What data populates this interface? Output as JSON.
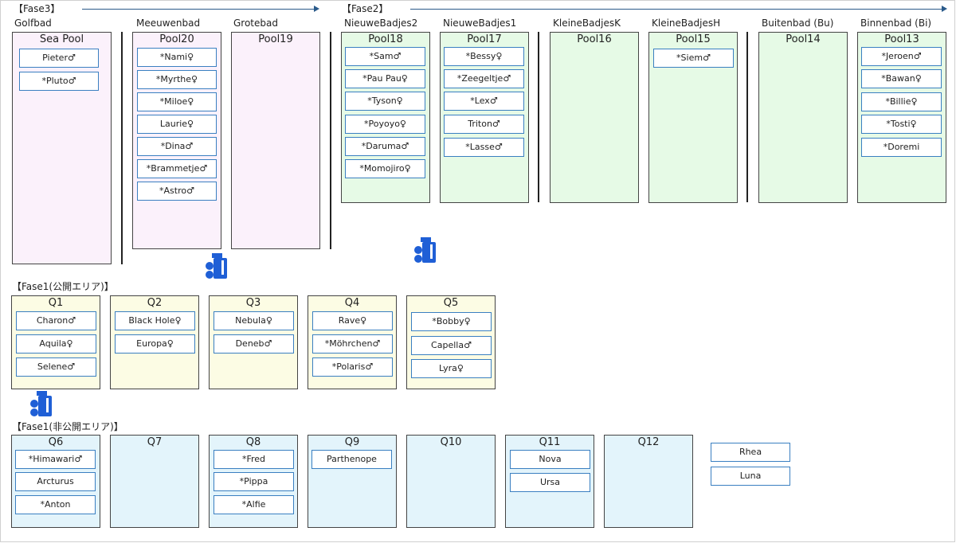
{
  "phases": {
    "fase3": "【Fase3】",
    "fase2": "【Fase2】",
    "fase1_public": "【Fase1(公開エリア)】",
    "fase1_private": "【Fase1(非公開エリア)】"
  },
  "groups": {
    "golfbad": "Golfbad",
    "meeuwenbad": "Meeuwenbad",
    "grotebad": "Grotebad",
    "nieuwebadjes2": "NieuweBadjes2",
    "nieuwebadjes1": "NieuweBadjes1",
    "kleinebadjesk": "KleineBadjesK",
    "kleinebadjesh": "KleineBadjesH",
    "buitenbad": "Buitenbad (Bu)",
    "binnenbad": "Binnenbad (Bi)"
  },
  "pools": {
    "sea_pool": {
      "title": "Sea Pool",
      "items": [
        "Pieter♂",
        "*Pluto♂"
      ]
    },
    "pool20": {
      "title": "Pool20",
      "items": [
        "*Nami♀",
        "*Myrthe♀",
        "*Miloe♀",
        "Laurie♀",
        "*Dina♂",
        "*Brammetje♂",
        "*Astro♂"
      ]
    },
    "pool19": {
      "title": "Pool19",
      "items": []
    },
    "pool18": {
      "title": "Pool18",
      "items": [
        "*Sam♂",
        "*Pau Pau♀",
        "*Tyson♀",
        "*Poyoyo♀",
        "*Daruma♂",
        "*Momojiro♀"
      ]
    },
    "pool17": {
      "title": "Pool17",
      "items": [
        "*Bessy♀",
        "*Zeegeltje♂",
        "*Lex♂",
        "Triton♂",
        "*Lasse♂"
      ]
    },
    "pool16": {
      "title": "Pool16",
      "items": []
    },
    "pool15": {
      "title": "Pool15",
      "items": [
        "*Siem♂"
      ]
    },
    "pool14": {
      "title": "Pool14",
      "items": []
    },
    "pool13": {
      "title": "Pool13",
      "items": [
        "*Jeroen♂",
        "*Bawan♀",
        "*Billie♀",
        "*Tosti♀",
        "*Doremi"
      ]
    },
    "q1": {
      "title": "Q1",
      "items": [
        "Charon♂",
        "Aquila♀",
        "Selene♂"
      ]
    },
    "q2": {
      "title": "Q2",
      "items": [
        "Black Hole♀",
        "Europa♀"
      ]
    },
    "q3": {
      "title": "Q3",
      "items": [
        "Nebula♀",
        "Deneb♂"
      ]
    },
    "q4": {
      "title": "Q4",
      "items": [
        "Rave♀",
        "*Möhrchen♂",
        "*Polaris♂"
      ]
    },
    "q5": {
      "title": "Q5",
      "items": [
        "*Bobby♀",
        "Capella♂",
        "Lyra♀"
      ]
    },
    "q6": {
      "title": "Q6",
      "items": [
        "*Himawari♂",
        "Arcturus",
        "*Anton"
      ]
    },
    "q7": {
      "title": "Q7",
      "items": []
    },
    "q8": {
      "title": "Q8",
      "items": [
        "*Fred",
        "*Pippa",
        "*Alfie"
      ]
    },
    "q9": {
      "title": "Q9",
      "items": [
        "Parthenope"
      ]
    },
    "q10": {
      "title": "Q10",
      "items": []
    },
    "q11": {
      "title": "Q11",
      "items": [
        "Nova",
        "Ursa"
      ]
    },
    "q12": {
      "title": "Q12",
      "items": []
    }
  },
  "loose": [
    "Rhea",
    "Luna"
  ],
  "colors": {
    "item_border": "#3a7fc1",
    "icon": "#1f5fd6",
    "arrow": "#2a5a8a"
  },
  "icons": [
    "camera-icon",
    "camera-icon",
    "camera-icon"
  ]
}
